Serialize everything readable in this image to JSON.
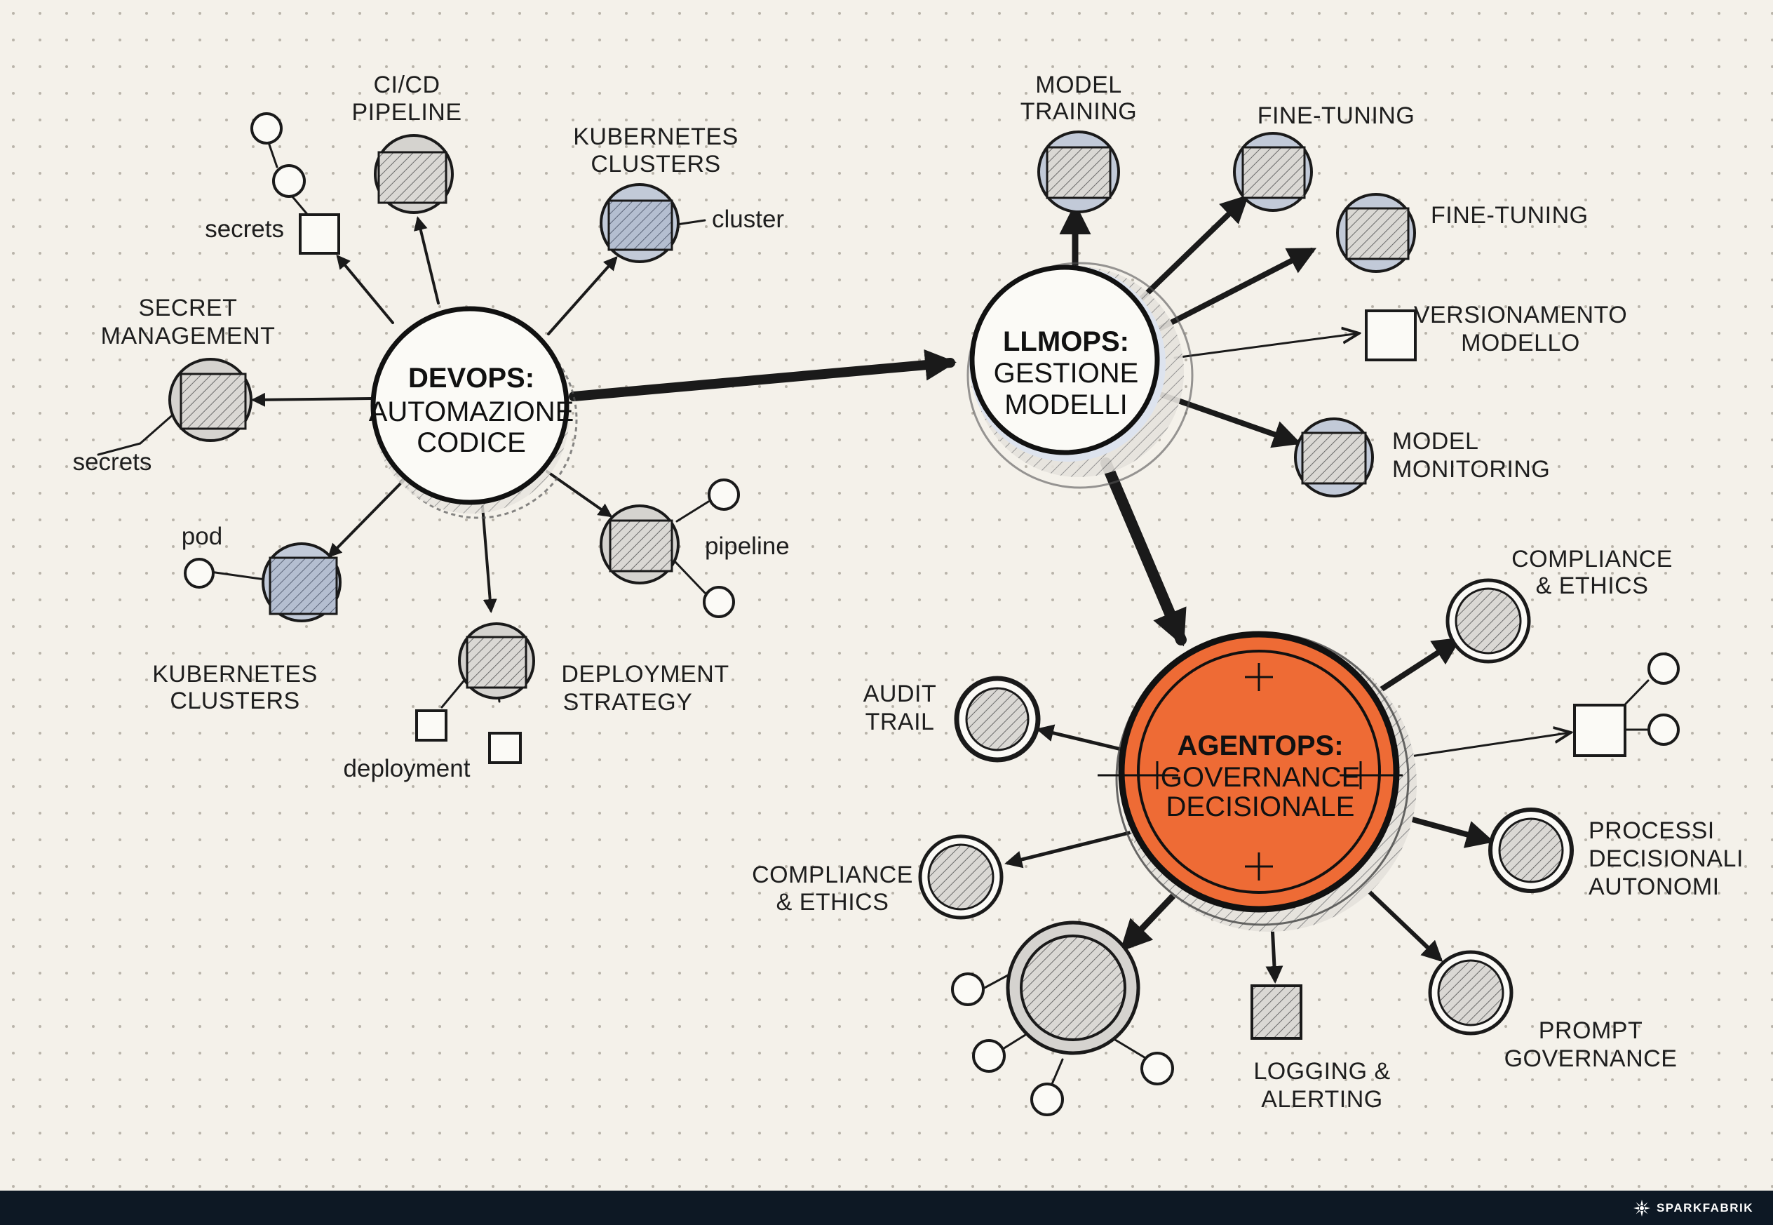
{
  "hubs": {
    "devops": {
      "title": "DEVOPS:",
      "line1": "AUTOMAZIONE",
      "line2": "CODICE"
    },
    "llmops": {
      "title": "LLMOPS:",
      "line1": "GESTIONE",
      "line2": "MODELLI"
    },
    "agentops": {
      "title": "AGENTOPS:",
      "line1": "GOVERNANCE",
      "line2": "DECISIONALE",
      "fill_color": "#ee6b35"
    }
  },
  "devops_nodes": {
    "cicd": {
      "line1": "CI/CD",
      "line2": "PIPELINE"
    },
    "kubernetes_top": {
      "line1": "KUBERNETES",
      "line2": "CLUSTERS",
      "annotation": "cluster"
    },
    "secrets_top": {
      "annotation": "secrets"
    },
    "secret_management": {
      "line1": "SECRET",
      "line2": "MANAGEMENT",
      "annotation": "secrets"
    },
    "kubernetes_bottom": {
      "line1": "KUBERNETES",
      "line2": "CLUSTERS",
      "annotation": "pod"
    },
    "deployment_strategy": {
      "line1": "DEPLOYMENT",
      "line2": "STRATEGY",
      "annotation": "deployment"
    },
    "pipeline": {
      "annotation": "pipeline"
    }
  },
  "llmops_nodes": {
    "model_training": {
      "line1": "MODEL",
      "line2": "TRAINING"
    },
    "fine_tuning_1": {
      "label": "FINE-TUNING"
    },
    "fine_tuning_2": {
      "label": "FINE-TUNING"
    },
    "versionamento": {
      "line1": "VERSIONAMENTO",
      "line2": "MODELLO"
    },
    "model_monitoring": {
      "line1": "MODEL",
      "line2": "MONITORING"
    }
  },
  "agentops_nodes": {
    "compliance_top": {
      "line1": "COMPLIANCE",
      "line2": "& ETHICS"
    },
    "audit_trail": {
      "line1": "AUDIT",
      "line2": "TRAIL"
    },
    "compliance_left": {
      "line1": "COMPLIANCE",
      "line2": "& ETHICS"
    },
    "processi": {
      "line1": "PROCESSI",
      "line2": "DECISIONALI",
      "line3": "AUTONOMI"
    },
    "logging": {
      "line1": "LOGGING &",
      "line2": "ALERTING"
    },
    "prompt_governance": {
      "line1": "PROMPT",
      "line2": "GOVERNANCE"
    }
  },
  "footer": {
    "brand": "SPARKFABRIK",
    "background": "#0d1824"
  },
  "colors": {
    "background": "#f4f1ea",
    "ink": "#1a1a1a",
    "accent": "#ee6b35",
    "node_blue": "#c2cad8",
    "node_gray": "#d5d3cf"
  }
}
